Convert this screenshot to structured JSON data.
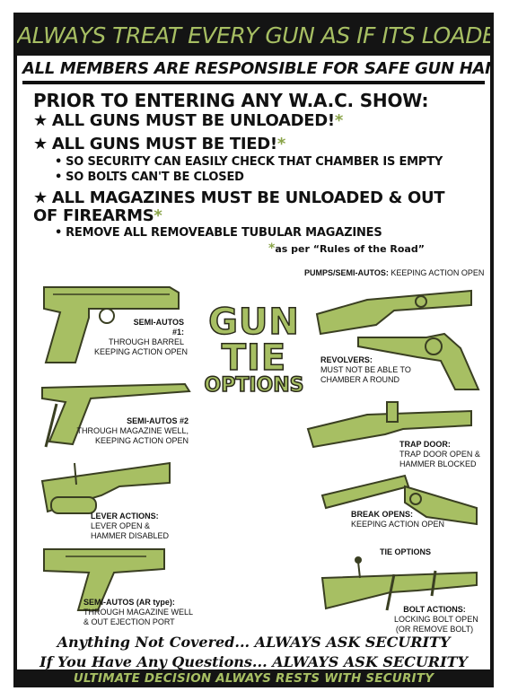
{
  "header": {
    "banner": "ALWAYS TREAT EVERY GUN AS IF ITS LOADED",
    "subtitle": "ALL MEMBERS ARE RESPONSIBLE FOR SAFE GUN HANDLING"
  },
  "intro": {
    "heading": "PRIOR TO ENTERING ANY W.A.C. SHOW:"
  },
  "rules": [
    {
      "text": "ALL GUNS MUST BE UNLOADED!",
      "mark": "*"
    },
    {
      "text": "ALL GUNS MUST BE TIED!",
      "mark": "*",
      "bullets": [
        "SO SECURITY CAN EASILY CHECK THAT CHAMBER IS EMPTY",
        "SO BOLTS CAN'T BE CLOSED"
      ]
    },
    {
      "text": "ALL MAGAZINES MUST BE UNLOADED & OUT OF FIREARMS",
      "mark": "*",
      "bullets": [
        "REMOVE ALL REMOVEABLE TUBULAR MAGAZINES"
      ]
    }
  ],
  "footnote": {
    "mark": "*",
    "text": "as per “Rules of the Road”"
  },
  "tie_options_title": [
    "GUN",
    "TIE",
    "OPTIONS"
  ],
  "guns": {
    "semi1": {
      "title": "SEMI-AUTOS #1:",
      "lines": [
        "THROUGH BARREL",
        "KEEPING ACTION OPEN"
      ]
    },
    "semi2": {
      "title": "SEMI-AUTOS #2",
      "lines": [
        "THROUGH MAGAZINE WELL,",
        "KEEPING ACTION OPEN"
      ]
    },
    "lever": {
      "title": "LEVER ACTIONS:",
      "lines": [
        "LEVER OPEN &",
        "HAMMER DISABLED"
      ]
    },
    "ar": {
      "title": "SEMI-AUTOS (AR type):",
      "lines": [
        "THROUGH MAGAZINE WELL",
        "& OUT EJECTION PORT"
      ]
    },
    "pumps": {
      "title": "PUMPS/SEMI-AUTOS:",
      "lines": [
        "KEEPING ACTION OPEN"
      ]
    },
    "revolvers": {
      "title": "REVOLVERS:",
      "lines": [
        "MUST NOT BE ABLE TO",
        "CHAMBER A ROUND"
      ]
    },
    "trapdoor": {
      "title": "TRAP DOOR:",
      "lines": [
        "TRAP DOOR OPEN &",
        "HAMMER BLOCKED"
      ]
    },
    "break": {
      "title": "BREAK OPENS:",
      "lines": [
        "KEEPING ACTION OPEN"
      ]
    },
    "tie_callout": "TIE OPTIONS",
    "bolt": {
      "title": "BOLT ACTIONS:",
      "lines": [
        "LOCKING BOLT OPEN",
        "(OR REMOVE BOLT)"
      ]
    }
  },
  "footer": {
    "line1": "Anything Not Covered... ALWAYS ASK SECURITY",
    "line2": "If You Have Any Questions... ALWAYS ASK SECURITY",
    "banner": "ULTIMATE DECISION ALWAYS RESTS WITH SECURITY"
  },
  "colors": {
    "ink": "#141414",
    "olive": "#a7bf63",
    "gun_fill": "#a7bf63",
    "gun_stroke": "#3a3f22",
    "accent": "#8aa449"
  }
}
